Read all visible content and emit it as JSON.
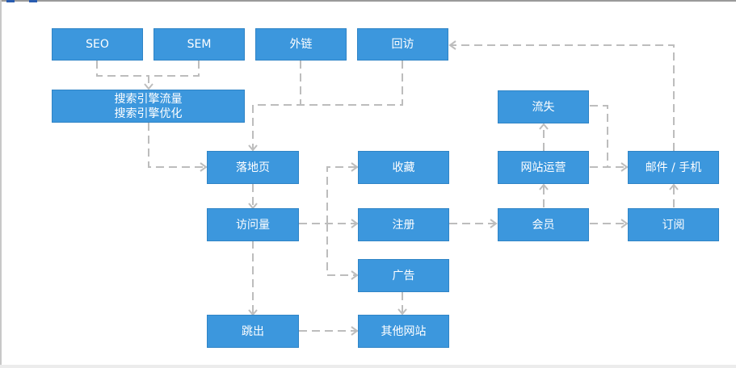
{
  "nodes": {
    "seo": "SEO",
    "sem": "SEM",
    "external_links": "外链",
    "revisit": "回访",
    "search_engine": [
      "搜索引擎流量",
      "搜索引擎优化"
    ],
    "churn": "流失",
    "landing_page": "落地页",
    "favorites": "收藏",
    "site_ops": "网站运营",
    "email_phone": "邮件 / 手机",
    "visits": "访问量",
    "register": "注册",
    "member": "会员",
    "subscribe": "订阅",
    "ads": "广告",
    "bounce": "跳出",
    "other_sites": "其他网站"
  },
  "colors": {
    "node_fill": "#3c97dd",
    "connector": "#bdbdbd",
    "text": "#ffffff"
  }
}
